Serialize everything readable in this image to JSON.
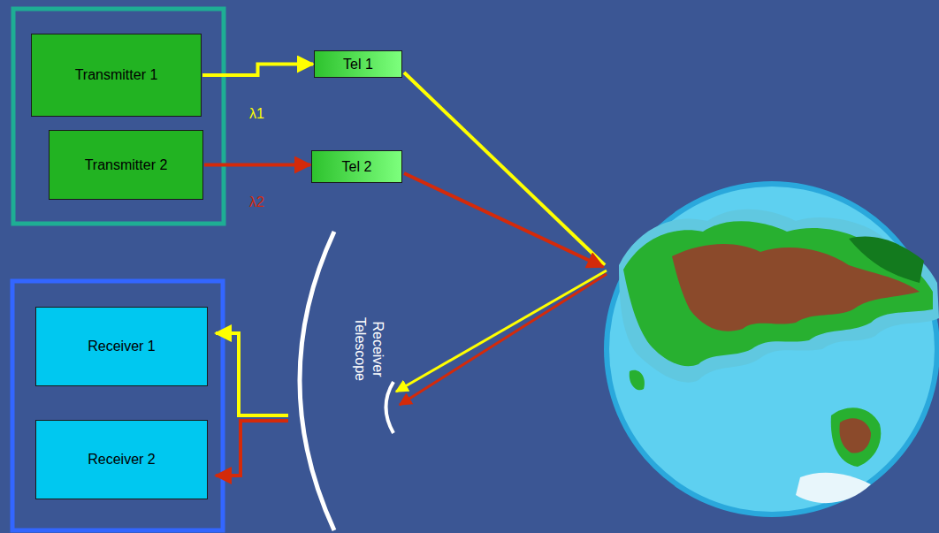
{
  "diagram": {
    "nodes": [
      {
        "text": [
          "Transmitter 1"
        ]
      },
      {
        "text": [
          "Transmitter 2"
        ]
      },
      {
        "text": [
          "Tel 1"
        ]
      },
      {
        "text": [
          "Tel 2"
        ]
      },
      {
        "text": [
          "Receiver 1"
        ]
      },
      {
        "text": [
          "Receiver 2"
        ]
      }
    ],
    "edges": [
      {
        "from": 0,
        "to": 2,
        "arrow": "to"
      },
      {
        "from": 1,
        "to": 3,
        "arrow": "to"
      }
    ],
    "labels": [
      "λ1",
      "λ2",
      "Receiver Telescope"
    ]
  }
}
